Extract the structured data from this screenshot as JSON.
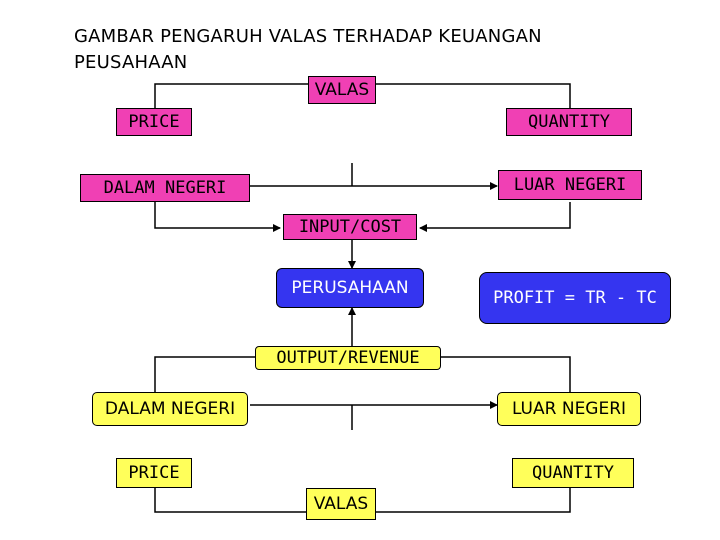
{
  "title": "GAMBAR PENGARUH VALAS TERHADAP KEUANGAN PEUSAHAAN",
  "colors": {
    "magenta": "#f040b4",
    "yellow": "#ffff5a",
    "blue": "#3535f0",
    "line": "#000000"
  },
  "boxes": {
    "valas_top": "VALAS",
    "price_top": "PRICE",
    "quantity_top": "QUANTITY",
    "dalam_negeri_top": "DALAM NEGERI",
    "luar_negeri_top": "LUAR NEGERI",
    "input_cost": "INPUT/COST",
    "perusahaan": "PERUSAHAAN",
    "profit": "PROFIT = TR - TC",
    "output_revenue": "OUTPUT/REVENUE",
    "dalam_negeri_bottom": "DALAM NEGERI",
    "luar_negeri_bottom": "LUAR NEGERI",
    "price_bottom": "PRICE",
    "quantity_bottom": "QUANTITY",
    "valas_bottom": "VALAS"
  }
}
